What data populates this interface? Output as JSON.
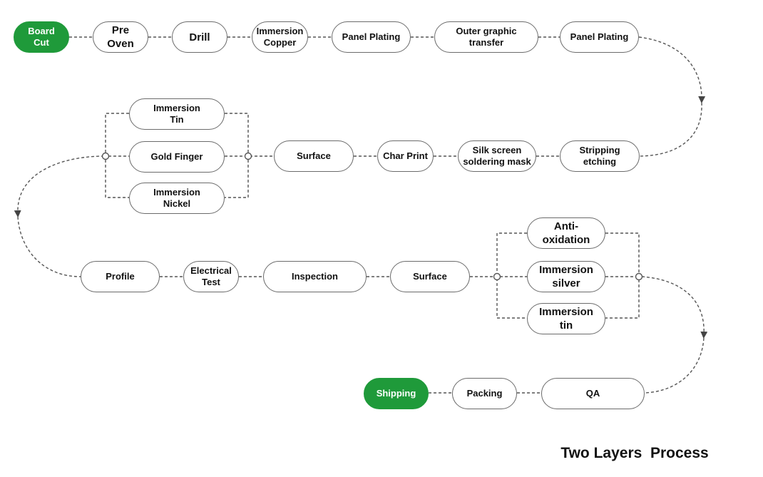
{
  "diagram": {
    "title": "Two Layers  Process",
    "start_color": "#1f9a3a",
    "nodes": {
      "board_cut": "Board\nCut",
      "pre_oven": "Pre\nOven",
      "drill": "Drill",
      "immersion_copper": "Immersion\nCopper",
      "panel_plating_1": "Panel Plating",
      "outer_graphic_transfer": "Outer graphic transfer",
      "panel_plating_2": "Panel Plating",
      "stripping_etching": "Stripping etching",
      "silk_screen": "Silk screen\nsoldering mask",
      "char_print": "Char Print",
      "surface_1": "Surface",
      "immersion_tin_1": "Immersion\nTin",
      "gold_finger": "Gold Finger",
      "immersion_nickel": "Immersion\nNickel",
      "profile": "Profile",
      "electrical_test": "Electrical\nTest",
      "inspection": "Inspection",
      "surface_2": "Surface",
      "anti_oxidation": "Anti-oxidation",
      "immersion_silver": "Immersion\nsilver",
      "immersion_tin_2": "Immersion\ntin",
      "qa": "QA",
      "packing": "Packing",
      "shipping": "Shipping"
    }
  }
}
